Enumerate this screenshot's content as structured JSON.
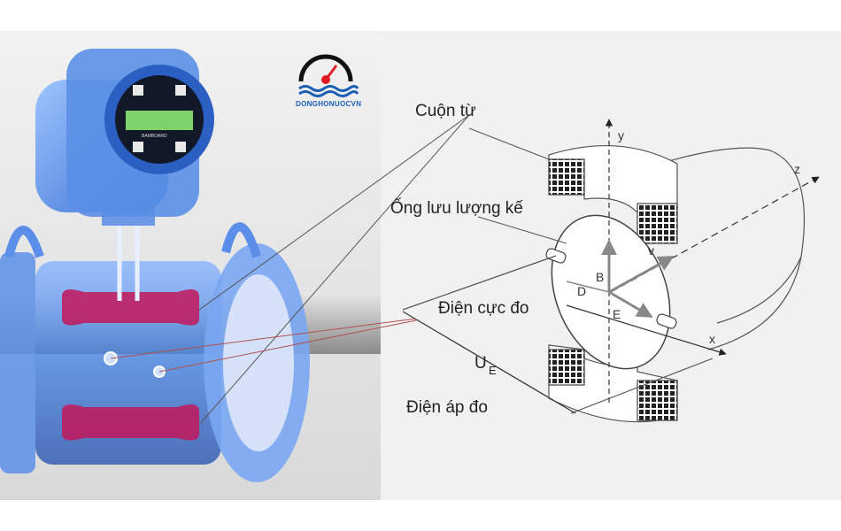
{
  "logo": {
    "text": "DONGHONUOCVN",
    "gauge_color": "#e01b24",
    "wave_color": "#1a5fb4"
  },
  "meter": {
    "brand": "BAMBOARD"
  },
  "labels": {
    "coil": "Cuộn từ",
    "tube": "Ống lưu lượng kế",
    "electrode": "Điện cực đo",
    "voltage": "Điện áp đo",
    "voltage_symbol": "U",
    "voltage_sub": "E"
  },
  "axes": {
    "x": "x",
    "y": "y",
    "z": "z"
  },
  "vectors": {
    "B": "B",
    "v": "v",
    "D": "D",
    "E": "E"
  },
  "colors": {
    "body": "#3d7de0",
    "coil_band": "#c2185b",
    "display": "#7fd36b",
    "line": "#555555"
  }
}
